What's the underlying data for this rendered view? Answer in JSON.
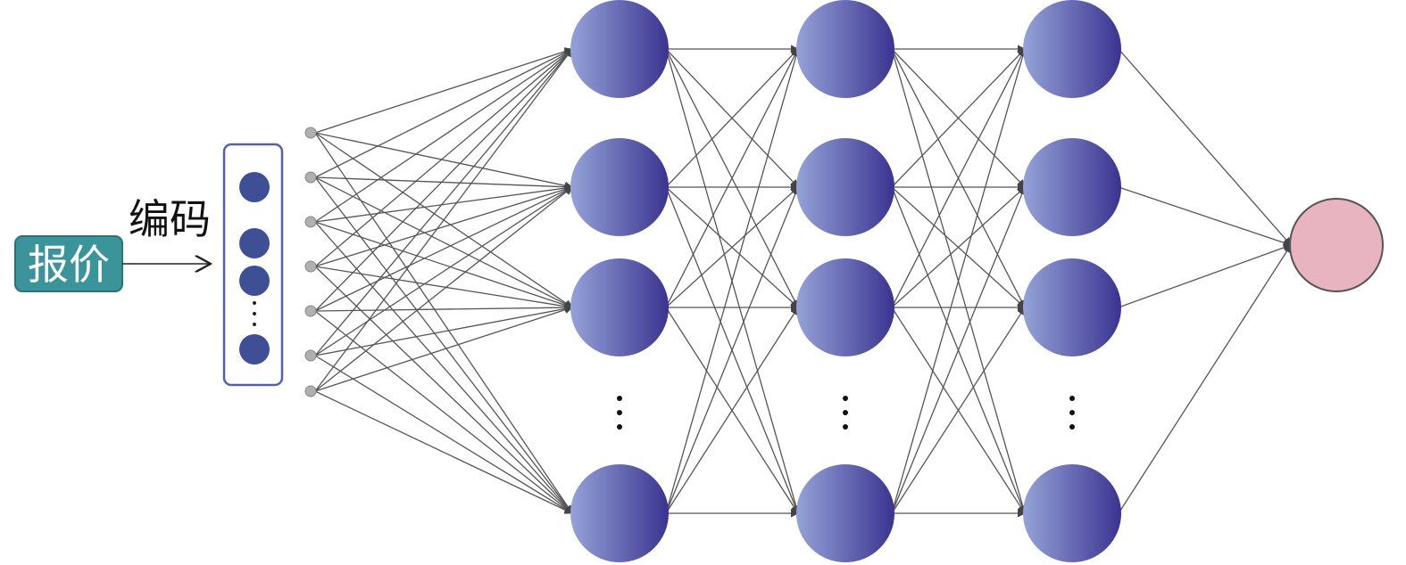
{
  "labels": {
    "input_box": "报价",
    "encode": "编码"
  },
  "colors": {
    "input_box_fill": "#3a9499",
    "input_box_stroke": "#2a7479",
    "encoding_dot": "#3f4f96",
    "encoding_frame": "#5560a8",
    "neuron_light": "#95a3d8",
    "neuron_dark": "#3b3390",
    "output_neuron": "#e8b4bf",
    "input_node": "#b0b0b0",
    "edge": "#555555"
  },
  "network": {
    "input_nodes": 7,
    "hidden_layers": 3,
    "hidden_neurons_visible": 4,
    "ellipsis_after_index": 2,
    "output_neurons": 1
  }
}
